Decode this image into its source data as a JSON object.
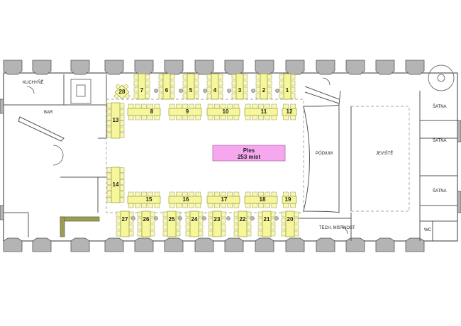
{
  "rooms": {
    "kitchen": "KUCHYŇĚ",
    "bar": "BAR",
    "podium": "PÓDIUM",
    "stage": "JEVIŠTĚ",
    "cloakroom": [
      "ŠATNA",
      "ŠATNA",
      "ŠATNA"
    ],
    "tech_room": "TECH. MÍSTNOST",
    "wc": "WC"
  },
  "event": {
    "title": "Ples",
    "capacity": "253 míst"
  },
  "tables": [
    "1",
    "2",
    "3",
    "4",
    "5",
    "6",
    "7",
    "8",
    "9",
    "10",
    "11",
    "12",
    "13",
    "14",
    "15",
    "16",
    "17",
    "18",
    "19",
    "20",
    "21",
    "22",
    "23",
    "24",
    "25",
    "26",
    "27",
    "28"
  ],
  "colors": {
    "table": "#f5f79a",
    "table_border": "#9a9a40",
    "chair": "#f7f8b8",
    "banner": "#f5a8ee",
    "wall": "#b4b4b4",
    "wall_border": "#555555"
  }
}
